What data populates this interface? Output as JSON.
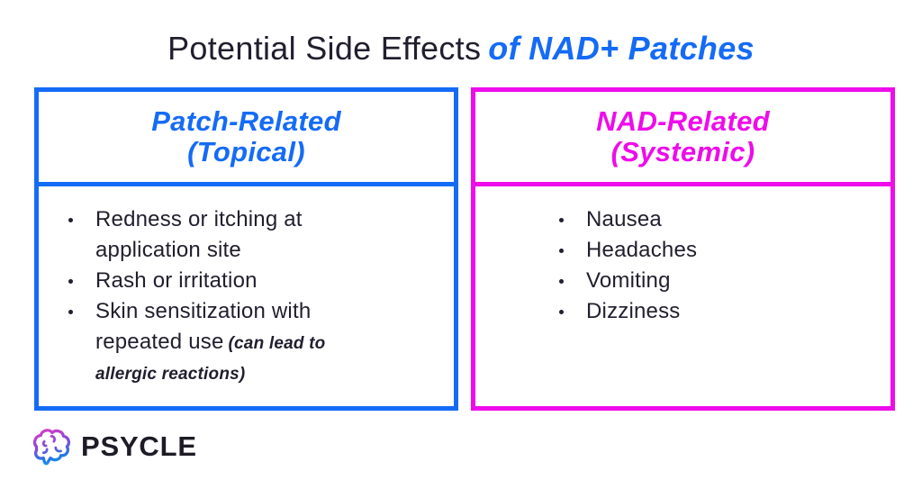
{
  "title": {
    "prefix": "Potential Side Effects",
    "highlight": "of NAD+ Patches"
  },
  "columns": [
    {
      "id": "patch-related",
      "header_line1": "Patch-Related",
      "header_line2": "(Topical)",
      "accent_color": "#146BF6",
      "items": [
        {
          "text": "Redness or itching at application site",
          "note": ""
        },
        {
          "text": "Rash or irritation",
          "note": ""
        },
        {
          "text": "Skin sensitization with repeated use",
          "note": "(can lead to allergic reactions)"
        }
      ]
    },
    {
      "id": "nad-related",
      "header_line1": "NAD-Related",
      "header_line2": "(Systemic)",
      "accent_color": "#EF0BEB",
      "items": [
        {
          "text": "Nausea",
          "note": ""
        },
        {
          "text": "Headaches",
          "note": ""
        },
        {
          "text": "Vomiting",
          "note": ""
        },
        {
          "text": "Dizziness",
          "note": ""
        }
      ]
    }
  ],
  "logo": {
    "brand": "PSYCLE",
    "icon": "brain-icon"
  },
  "colors": {
    "background": "#FFFFFF",
    "title_text": "#211E2E",
    "body_text": "#211E2E",
    "blue_accent": "#146BF6",
    "magenta_accent": "#EF0BEB",
    "logo_text": "#1E1B26",
    "brain_gradient_top": "#E23FC8",
    "brain_gradient_mid": "#8F46D6",
    "brain_gradient_bottom": "#1D7CE8"
  }
}
